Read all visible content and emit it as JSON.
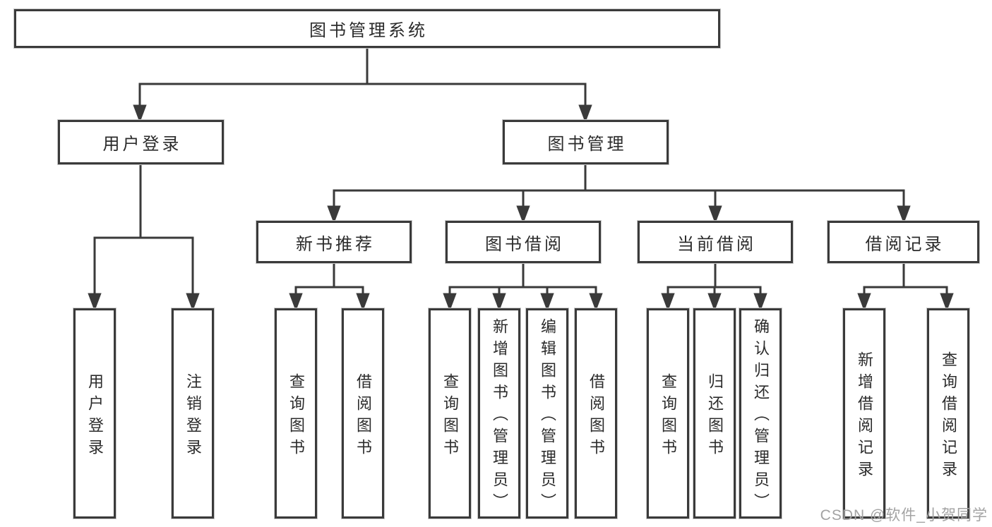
{
  "tree": {
    "root": "图书管理系统",
    "branches": [
      {
        "label": "用户登录",
        "leaves": [
          "用户登录",
          "注销登录"
        ]
      },
      {
        "label": "图书管理",
        "children": [
          {
            "label": "新书推荐",
            "leaves": [
              "查询图书",
              "借阅图书"
            ]
          },
          {
            "label": "图书借阅",
            "leaves": [
              "查询图书",
              "新增图书（管理员）",
              "编辑图书（管理员）",
              "借阅图书"
            ]
          },
          {
            "label": "当前借阅",
            "leaves": [
              "查询图书",
              "归还图书",
              "确认归还（管理员）"
            ]
          },
          {
            "label": "借阅记录",
            "leaves": [
              "新增借阅记录",
              "查询借阅记录"
            ]
          }
        ]
      }
    ]
  },
  "watermark": "CSDN @软件_小贺同学",
  "colors": {
    "line": "#3a3a3a",
    "text": "#2b2b2b",
    "watermark": "#a3a3a3",
    "background": "#ffffff"
  }
}
